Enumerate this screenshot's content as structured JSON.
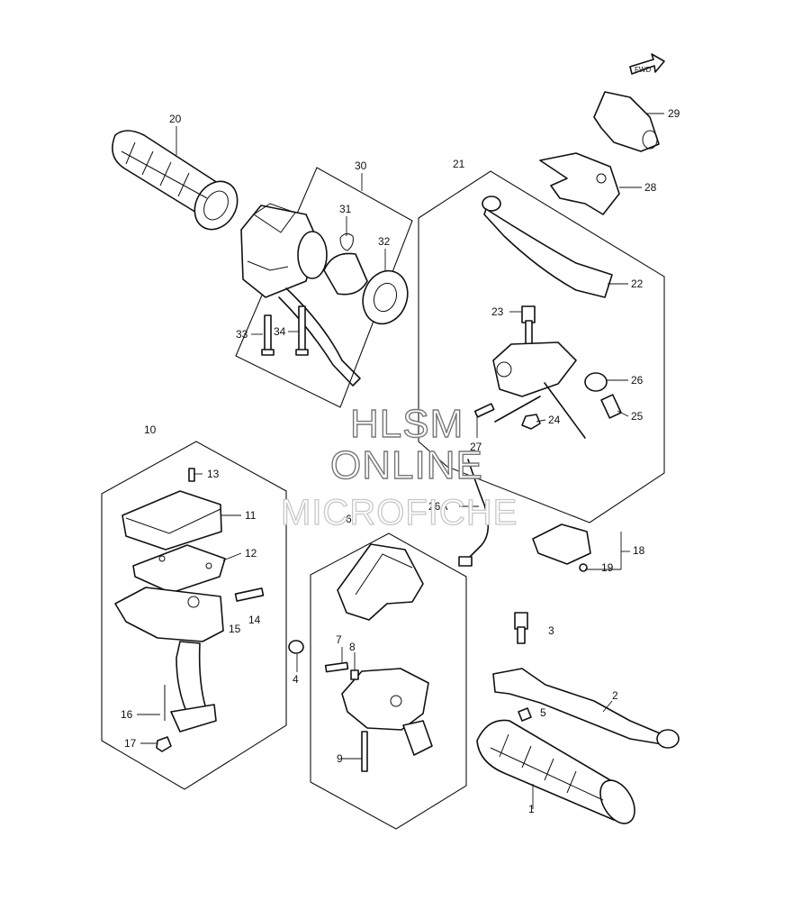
{
  "watermark": {
    "line1": "HLSM",
    "line2": "ONLINE",
    "line3": "MICROFICHE"
  },
  "front_marker": "FWD",
  "callouts": {
    "c1": "1",
    "c2": "2",
    "c3": "3",
    "c4": "4",
    "c5": "5",
    "c6": "6",
    "c7": "7",
    "c8": "8",
    "c9": "9",
    "c10": "10",
    "c11": "11",
    "c12": "12",
    "c13": "13",
    "c14": "14",
    "c15": "15",
    "c16": "16",
    "c17": "17",
    "c18": "18",
    "c19": "19",
    "c20": "20",
    "c21": "21",
    "c22": "22",
    "c23": "23",
    "c24": "24",
    "c25": "25",
    "c26": "26",
    "c26a": "26A",
    "c27": "27",
    "c28": "28",
    "c29": "29",
    "c30": "30",
    "c31": "31",
    "c32": "32",
    "c33": "33",
    "c34": "34"
  },
  "icons": [
    "grip-icon",
    "lever-icon",
    "switch-housing-icon",
    "bolt-icon",
    "nut-icon",
    "cable-icon",
    "arrow-icon"
  ]
}
